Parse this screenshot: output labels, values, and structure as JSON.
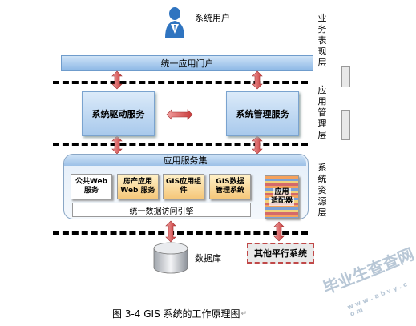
{
  "diagram": {
    "user_label": "系统用户",
    "portal_label": "统一应用门户",
    "driver_service": "系统驱动服务",
    "management_service": "系统管理服务",
    "app_service_set": "应用服务集",
    "public_web": [
      "公共Web",
      "服务"
    ],
    "housing_web": [
      "房产应用",
      "Web 服务"
    ],
    "gis_component": [
      "GIS应用组",
      "件"
    ],
    "gis_data_mgmt": [
      "GIS数据",
      "管理系统"
    ],
    "app_adapter": [
      "应用",
      "适配器"
    ],
    "data_access_engine": "统一数据访问引擎",
    "database_label": "数据库",
    "other_systems": "其他平行系统",
    "layer_presentation": [
      "业",
      "务",
      "表",
      "现",
      "层"
    ],
    "layer_management": [
      "应",
      "用",
      "管",
      "理",
      "层"
    ],
    "layer_resource": [
      "系",
      "统",
      "资",
      "源",
      "层"
    ],
    "caption": "图 3-4 GIS 系统的工作原理图",
    "watermark_main": "毕业生查查网",
    "watermark_url": "w w w . a b v y . c o m"
  }
}
